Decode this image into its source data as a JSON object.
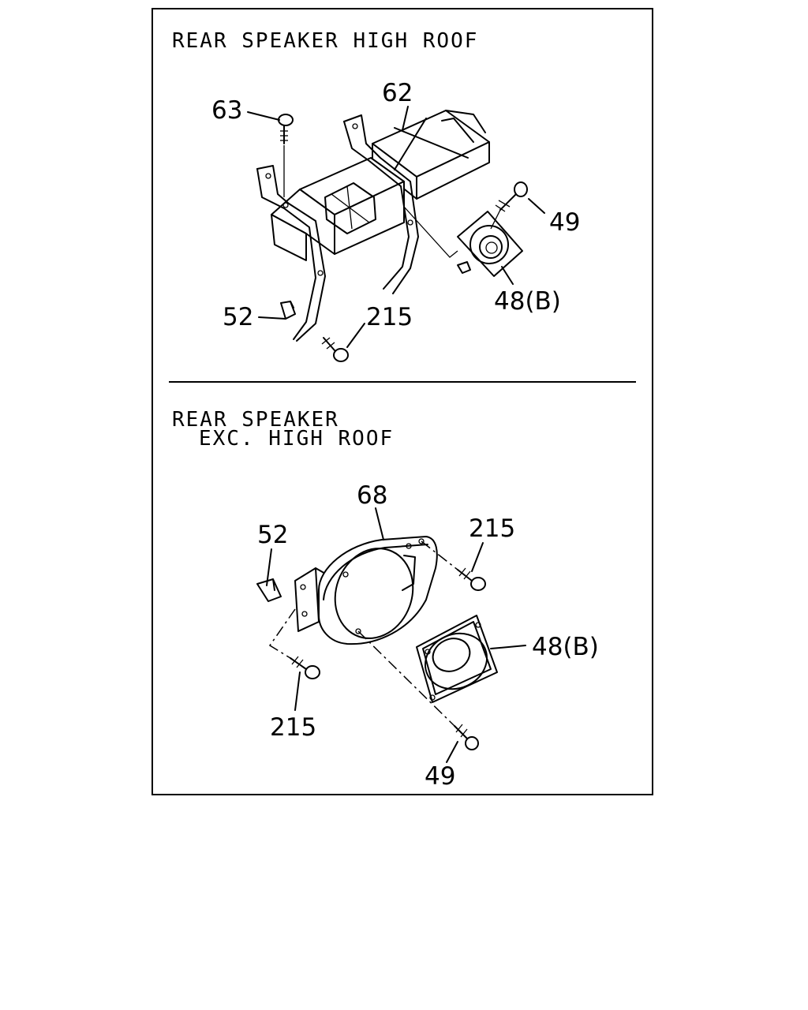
{
  "sections": {
    "high_roof": {
      "title": "REAR SPEAKER HIGH ROOF",
      "callouts": {
        "c63": "63",
        "c62": "62",
        "c49": "49",
        "c48b": "48(B)",
        "c52": "52",
        "c215": "215"
      }
    },
    "exc_high_roof": {
      "title_line1": "REAR SPEAKER",
      "title_line2": "EXC. HIGH ROOF",
      "callouts": {
        "c68": "68",
        "c52": "52",
        "c215_top": "215",
        "c48b": "48(B)",
        "c215_bottom": "215",
        "c49": "49"
      }
    }
  }
}
